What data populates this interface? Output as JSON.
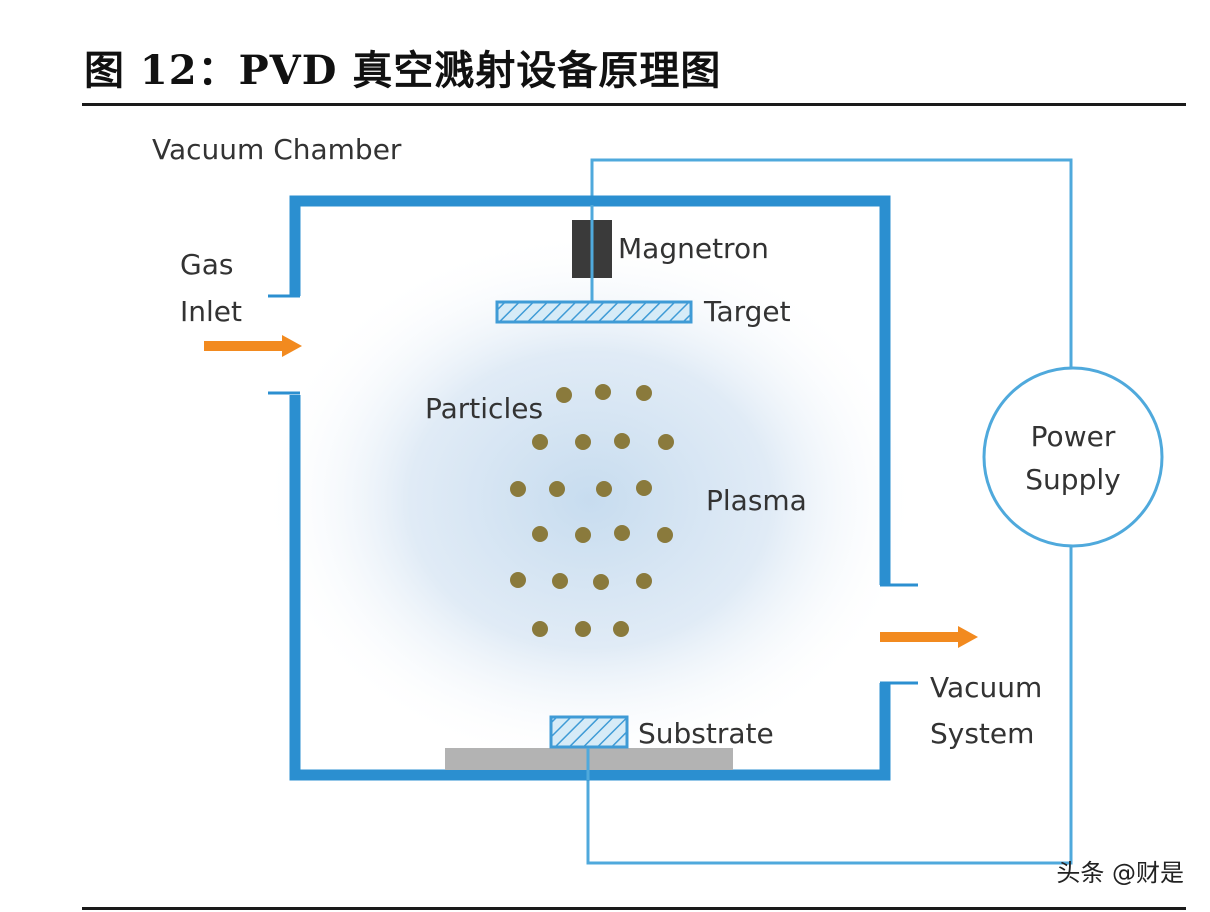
{
  "title": "图 12：PVD 真空溅射设备原理图",
  "labels": {
    "vacuum_chamber": "Vacuum Chamber",
    "gas_line1": "Gas",
    "gas_line2": "Inlet",
    "magnetron": "Magnetron",
    "target": "Target",
    "particles": "Particles",
    "plasma": "Plasma",
    "substrate": "Substrate",
    "power_line1": "Power",
    "power_line2": "Supply",
    "vacuum_line1": "Vacuum",
    "vacuum_line2": "System"
  },
  "watermark": "头条 @财是",
  "colors": {
    "chamber": "#2b8fd0",
    "wire": "#4fa9dc",
    "arrow": "#f28a1f",
    "particle": "#8a7a3c",
    "magnetron": "#3a3a3a",
    "platform": "#b3b3b3",
    "plasma_glow": "#c7dcef"
  },
  "icons": {
    "gas_arrow": "arrow-right-icon",
    "vacuum_arrow": "arrow-right-icon"
  }
}
